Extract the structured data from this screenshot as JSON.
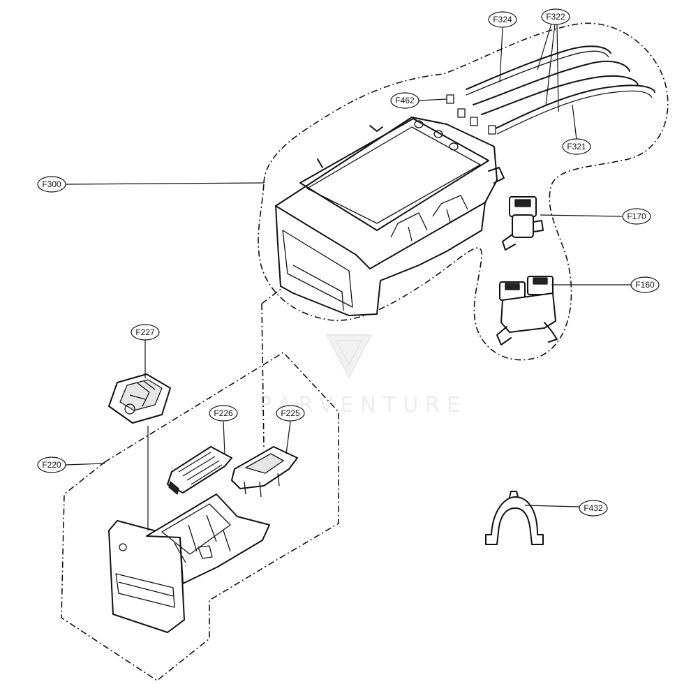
{
  "callouts": [
    {
      "id": "F324",
      "label": "F324"
    },
    {
      "id": "F322",
      "label": "F322"
    },
    {
      "id": "F462",
      "label": "F462"
    },
    {
      "id": "F321",
      "label": "F321"
    },
    {
      "id": "F300",
      "label": "F300"
    },
    {
      "id": "F170",
      "label": "F170"
    },
    {
      "id": "F160",
      "label": "F160"
    },
    {
      "id": "F227",
      "label": "F227"
    },
    {
      "id": "F226",
      "label": "F226"
    },
    {
      "id": "F225",
      "label": "F225"
    },
    {
      "id": "F220",
      "label": "F220"
    },
    {
      "id": "F432",
      "label": "F432"
    }
  ],
  "watermark": {
    "text": "PARVENTURE"
  },
  "colors": {
    "line": "#111111",
    "background": "#ffffff",
    "watermark": "#ececec"
  }
}
